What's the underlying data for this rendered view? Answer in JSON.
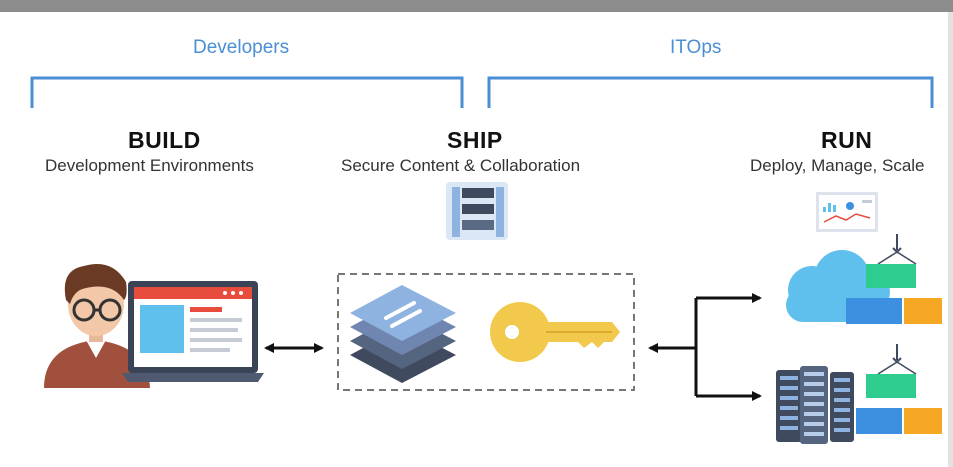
{
  "groups": {
    "developers": "Developers",
    "itops": "ITOps"
  },
  "stages": {
    "build": {
      "title": "BUILD",
      "subtitle": "Development Environments"
    },
    "ship": {
      "title": "SHIP",
      "subtitle": "Secure Content & Collaboration"
    },
    "run": {
      "title": "RUN",
      "subtitle": "Deploy, Manage, Scale"
    }
  },
  "colors": {
    "accent_blue": "#4a8fd3",
    "laptop_bar": "#e74c3c",
    "key_yellow": "#f2c94c",
    "stack_dark": "#3f4a5f",
    "stack_light": "#8fb3e0",
    "cloud_blue": "#5fc0ee",
    "container_green": "#2ecc8f",
    "container_blue": "#3d8fe0",
    "container_orange": "#f5a623"
  },
  "icons": [
    "developer-icon",
    "laptop-icon",
    "registry-icon",
    "image-stack-icon",
    "key-icon",
    "dashboard-icon",
    "cloud-icon",
    "server-rack-icon",
    "container-crane-icon"
  ]
}
